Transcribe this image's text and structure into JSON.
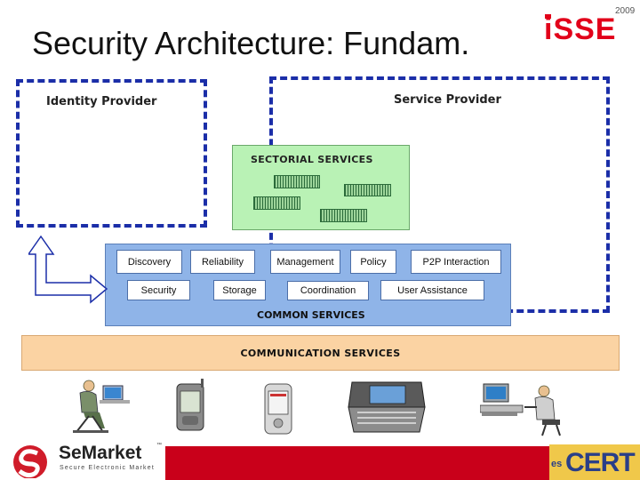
{
  "title": "Security Architecture: Fundam.",
  "logo_isse": {
    "text": "iSSE",
    "year": "2009",
    "color": "#e2001a"
  },
  "identity_provider": {
    "label": "Identity Provider"
  },
  "service_provider": {
    "label": "Service Provider"
  },
  "sectorial_services": {
    "label": "SECTORIAL SERVICES"
  },
  "common_services": {
    "label": "COMMON SERVICES",
    "row1": [
      "Discovery",
      "Reliability",
      "Management",
      "Policy",
      "P2P Interaction"
    ],
    "row2": [
      "Security",
      "Storage",
      "Coordination",
      "User Assistance"
    ]
  },
  "communication_services": {
    "label": "COMMUNICATION SERVICES"
  },
  "devices": [
    "user-at-laptop-icon",
    "pda-icon",
    "pocket-pc-icon",
    "communicator-icon",
    "user-at-desktop-icon"
  ],
  "footer": {
    "semarket_name": "SeMarket",
    "semarket_tm": "™",
    "semarket_tagline": "Secure Electronic Market",
    "escert_text": "CERT",
    "escert_prefix": "es",
    "bar_color": "#c9001a"
  },
  "colors": {
    "dashed_border": "#1b2ea8",
    "sectorial_fill": "#b9f2b5",
    "common_fill": "#8fb4e8",
    "communication_fill": "#fbd3a3"
  }
}
